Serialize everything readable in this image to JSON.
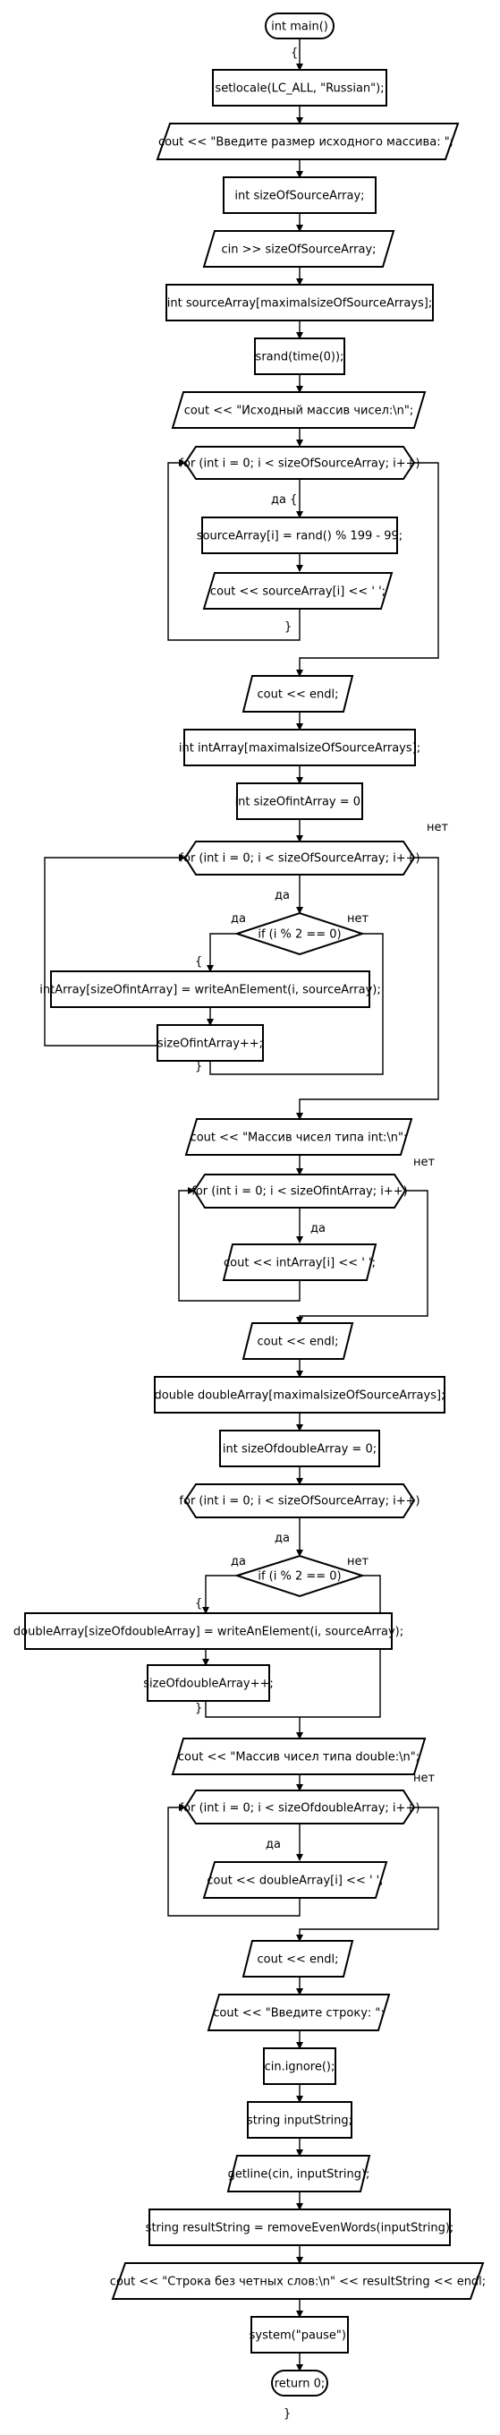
{
  "labels": {
    "start": "int main()",
    "brace_open": "{",
    "setlocale": "setlocale(LC_ALL, \"Russian\");",
    "cout_size": "cout << \"Введите размер исходного массива: \";",
    "decl_size": "int sizeOfSourceArray;",
    "cin_size": "cin >> sizeOfSourceArray;",
    "decl_source": "int sourceArray[maximalsizeOfSourceArrays];",
    "srand": "srand(time(0));",
    "cout_source": "cout << \"Исходный массив чисел:\\n\";",
    "for1": "for (int i = 0; i < sizeOfSourceArray; i++)",
    "for1_yes": "да {",
    "assign_rand": "sourceArray[i] = rand() % 199 - 99;",
    "cout_source_el": "cout << sourceArray[i] << ' ';",
    "for1_brace_close": "}",
    "endl1": "cout << endl;",
    "decl_int": "int intArray[maximalsizeOfSourceArrays];",
    "decl_sizeint": "int sizeOfintArray = 0;",
    "for2": "for (int i = 0; i < sizeOfSourceArray; i++)",
    "for2_no": "нет",
    "for2_yes": "да",
    "if1": "if (i % 2 == 0)",
    "if1_yes": "да",
    "if1_no": "нет",
    "if1_brace_open": "{",
    "assign_int": "intArray[sizeOfintArray] = writeAnElement(i, sourceArray);",
    "inc_int": "sizeOfintArray++;",
    "if1_brace_close": "}",
    "cout_int_title": "cout << \"Массив чисел типа int:\\n\";",
    "for3": "for (int i = 0; i < sizeOfintArray; i++)",
    "for3_no": "нет",
    "for3_yes": "да",
    "cout_int_el": "cout << intArray[i] << ' ';",
    "endl2": "cout << endl;",
    "decl_double": "double doubleArray[maximalsizeOfSourceArrays];",
    "decl_sizedouble": "int sizeOfdoubleArray = 0;",
    "for4": "for (int i = 0; i < sizeOfSourceArray; i++)",
    "for4_yes": "да",
    "if2": "if (i % 2 == 0)",
    "if2_yes": "да",
    "if2_no": "нет",
    "if2_brace_open": "{",
    "assign_double": "doubleArray[sizeOfdoubleArray] = writeAnElement(i, sourceArray);",
    "inc_double": "sizeOfdoubleArray++;",
    "if2_brace_close": "}",
    "cout_double_title": "cout << \"Массив чисел типа double:\\n\";",
    "for5": "for (int i = 0; i < sizeOfdoubleArray; i++)",
    "for5_no": "нет",
    "for5_yes": "да",
    "cout_double_el": "cout << doubleArray[i] << ' ';",
    "endl3": "cout << endl;",
    "cout_enter_string": "cout << \"Введите строку: \";",
    "cin_ignore": "cin.ignore();",
    "decl_input": "string inputString;",
    "getline": "getline(cin, inputString);",
    "decl_result": "string resultString = removeEvenWords(inputString);",
    "cout_result": "cout << \"Строка без четных слов:\\n\" << resultString << endl;",
    "system_pause": "system(\"pause\");",
    "return": "return 0;",
    "brace_close": "}"
  }
}
